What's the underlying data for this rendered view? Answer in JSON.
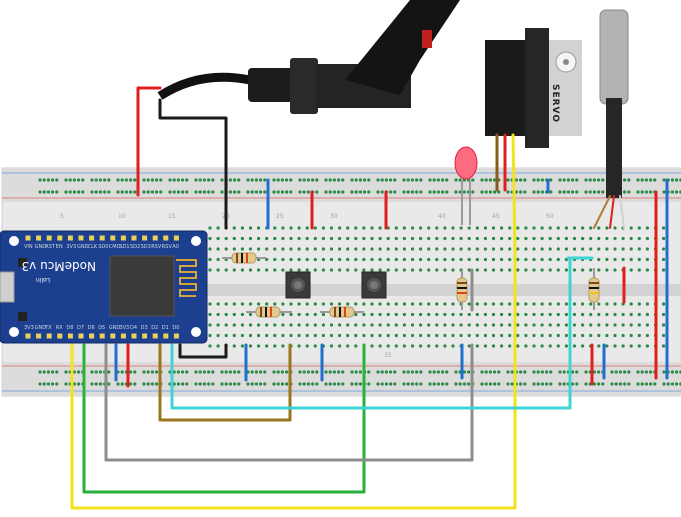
{
  "nodemcu": {
    "label": "NodeMcu v3",
    "maker": "Lolin",
    "pins_top": [
      "VIN",
      "GND",
      "RST",
      "EN",
      "3V3",
      "GND",
      "CLK",
      "SD0",
      "CMD",
      "SD1",
      "SD2",
      "SD3",
      "RSV",
      "RSV",
      "A0"
    ],
    "pins_bottom": [
      "3V3",
      "GND",
      "TX",
      "RX",
      "D8",
      "D7",
      "D6",
      "D5",
      "GND",
      "3V3",
      "D4",
      "D3",
      "D2",
      "D1",
      "D0"
    ]
  },
  "servo": {
    "label": "SERVO"
  },
  "breadboard": {
    "column_numbers": [
      "5",
      "10",
      "15",
      "20",
      "25",
      "30",
      "35",
      "40",
      "45",
      "50"
    ]
  },
  "colors": {
    "red": "#e01e1e",
    "black": "#1a1a1a",
    "blue": "#1f6fd1",
    "yellow": "#f2e41c",
    "green": "#27b33a",
    "gray": "#8d8d8d",
    "brown": "#9b7420",
    "cyan": "#3fd4d4",
    "board_blue": "#1d3f8f",
    "breadboard": "#eeeeee"
  }
}
